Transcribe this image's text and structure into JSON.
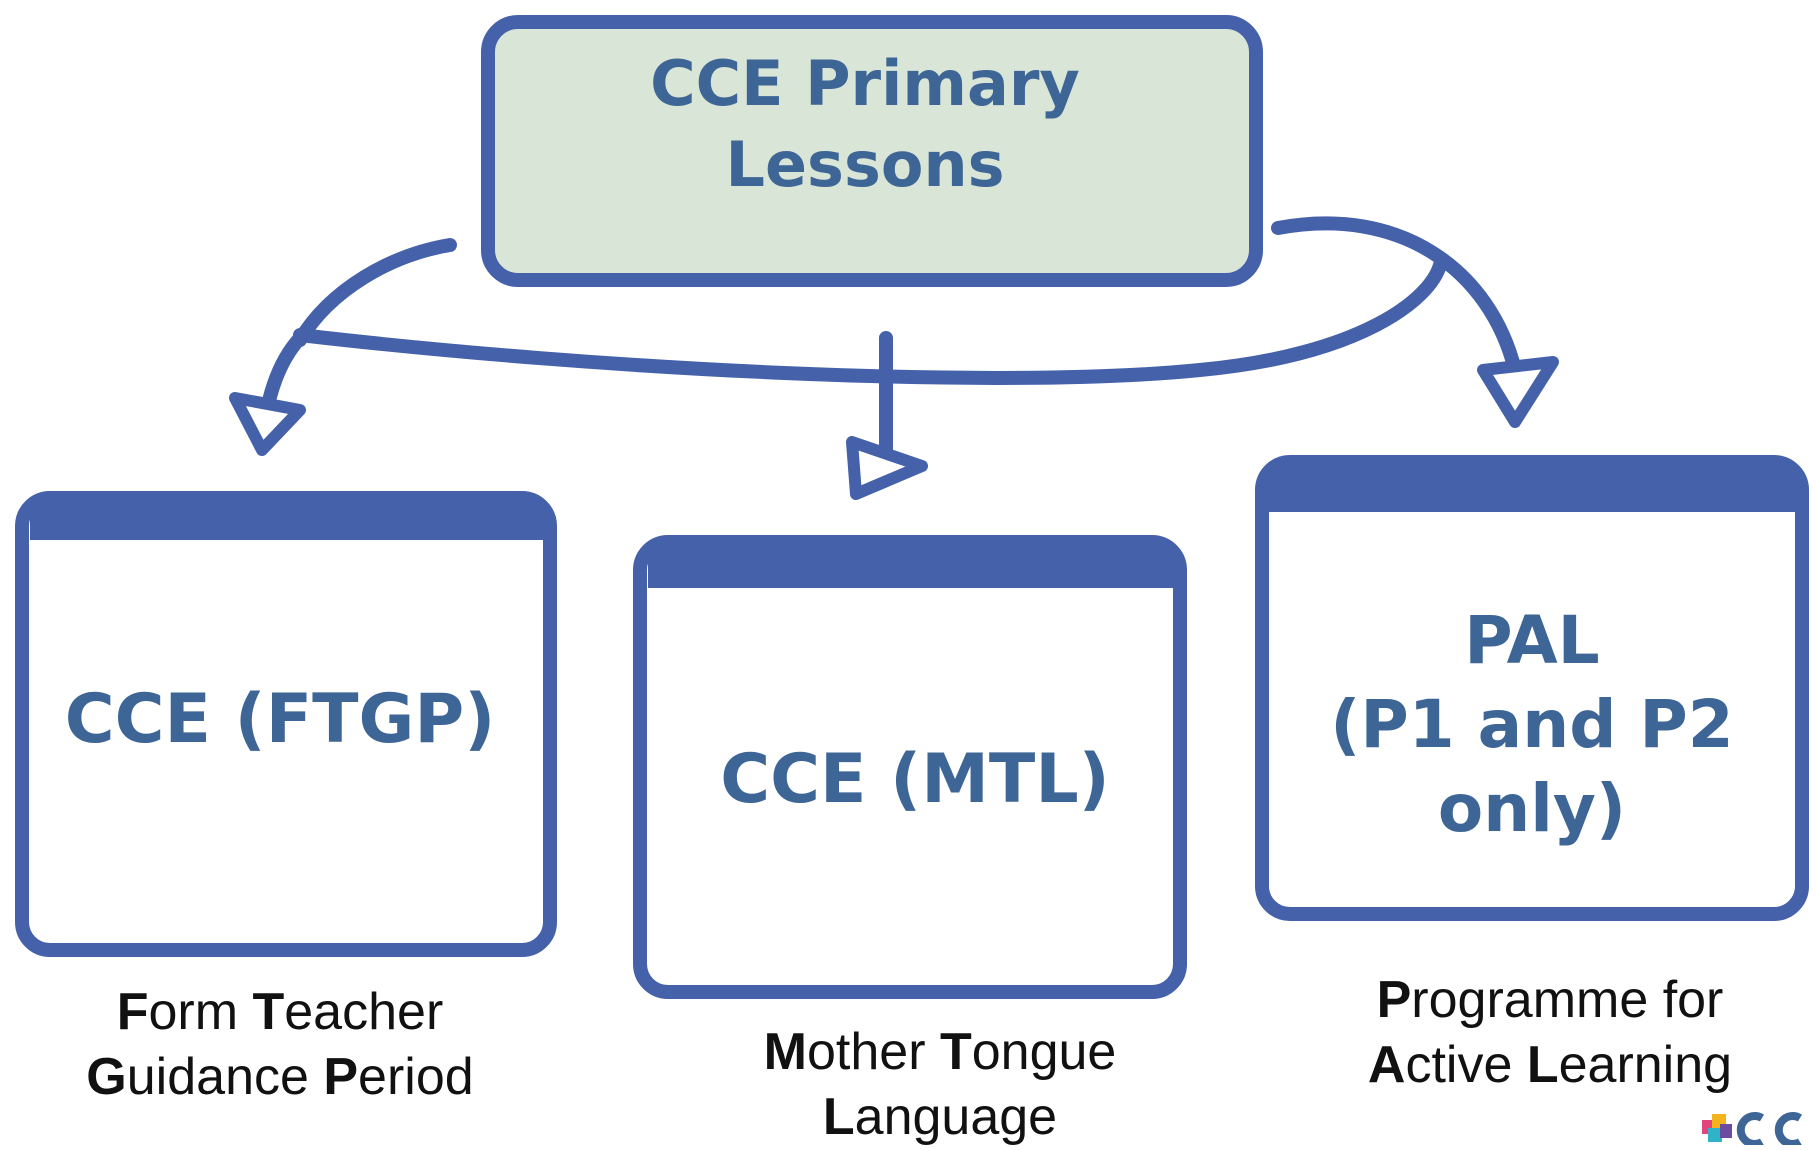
{
  "root": {
    "label": "CCE Primary\nLessons"
  },
  "boxes": [
    {
      "label": "CCE (FTGP)"
    },
    {
      "label": "CCE (MTL)"
    },
    {
      "label": "PAL\n(P1 and P2\nonly)"
    }
  ],
  "captions": [
    {
      "lines": [
        [
          {
            "b": "F",
            "r": "orm "
          },
          {
            "b": "T",
            "r": "eacher"
          }
        ],
        [
          {
            "b": "G",
            "r": "uidance "
          },
          {
            "b": "P",
            "r": "eriod"
          }
        ]
      ]
    },
    {
      "lines": [
        [
          {
            "b": "M",
            "r": "other "
          },
          {
            "b": "T",
            "r": "ongue"
          }
        ],
        [
          {
            "b": "L",
            "r": "anguage"
          }
        ]
      ]
    },
    {
      "lines": [
        [
          {
            "b": "P",
            "r": "rogramme for"
          }
        ],
        [
          {
            "b": "A",
            "r": "ctive "
          },
          {
            "b": "L",
            "r": "earning"
          }
        ]
      ]
    }
  ],
  "colors": {
    "stroke": "#4461aa",
    "root_fill": "#d9e5d6",
    "label_text": "#3d6596",
    "caption_text": "#111111"
  }
}
